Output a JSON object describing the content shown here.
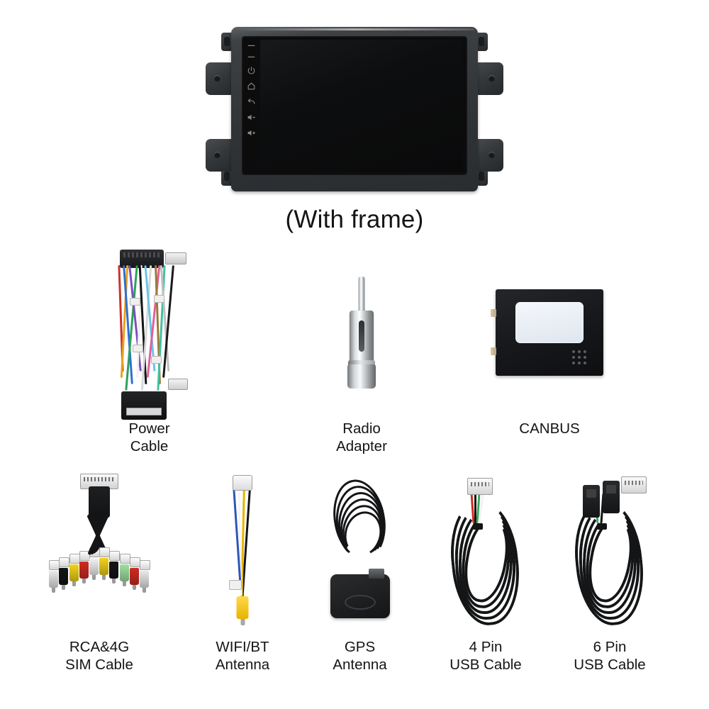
{
  "hero": {
    "caption": "(With frame)",
    "device_name": "car-stereo-head-unit",
    "button_strip": [
      {
        "name": "indicator-bar-icon",
        "glyph": "dash"
      },
      {
        "name": "indicator-bar-icon",
        "glyph": "dash"
      },
      {
        "name": "power-icon",
        "glyph": "power"
      },
      {
        "name": "home-icon",
        "glyph": "home"
      },
      {
        "name": "back-icon",
        "glyph": "back"
      },
      {
        "name": "volume-down-icon",
        "glyph": "voldown"
      },
      {
        "name": "volume-up-icon",
        "glyph": "volup"
      }
    ],
    "colors": {
      "bezel": "#313437",
      "screen": "#0b0c0d",
      "bracket": "#35383b"
    }
  },
  "accessories": {
    "row_middle": [
      {
        "id": "power-cable",
        "label": "Power\nCable",
        "wire_colors": [
          "#c8342c",
          "#e8a31e",
          "#2f6fd0",
          "#2fa05a",
          "#7b4fc0",
          "#f0f0f0",
          "#141516",
          "#d8d8d8",
          "#6ec3e8",
          "#e0609a",
          "#9a7a3a",
          "#44c0a0",
          "#c0c0c0",
          "#1a1a1a"
        ]
      },
      {
        "id": "radio-adapter",
        "label": "Radio\nAdapter",
        "finish_color": "#c9cdd0"
      },
      {
        "id": "canbus",
        "label": "CANBUS",
        "body_color": "#17181b",
        "label_color": "#e9eff6"
      }
    ],
    "row_bottom": [
      {
        "id": "rca-4g-sim-cable",
        "label": "RCA&4G\nSIM Cable",
        "connector_colors": [
          "#e8e8e8",
          "#141516",
          "#f2d21c",
          "#cf2b22",
          "#f4f4f4",
          "#f2d21c",
          "#141516",
          "#9fe0a0",
          "#cf2b22",
          "#e8e8e8"
        ]
      },
      {
        "id": "wifi-bt-antenna",
        "label": "WIFI/BT\nAntenna",
        "wire_colors": [
          "#2f56b8",
          "#f5f5f5",
          "#e8b400",
          "#141516"
        ]
      },
      {
        "id": "gps-antenna",
        "label": "GPS\nAntenna",
        "body_color": "#141517"
      },
      {
        "id": "4-pin-usb-cable",
        "label": "4 Pin\nUSB Cable",
        "lead_colors": [
          "#cf2b22",
          "#141516",
          "#3aa85c",
          "#f2f2f2"
        ]
      },
      {
        "id": "6-pin-usb-cable",
        "label": "6 Pin\nUSB Cable",
        "lead_colors": [
          "#3aa85c",
          "#f2f2f2",
          "#141516"
        ]
      }
    ]
  }
}
